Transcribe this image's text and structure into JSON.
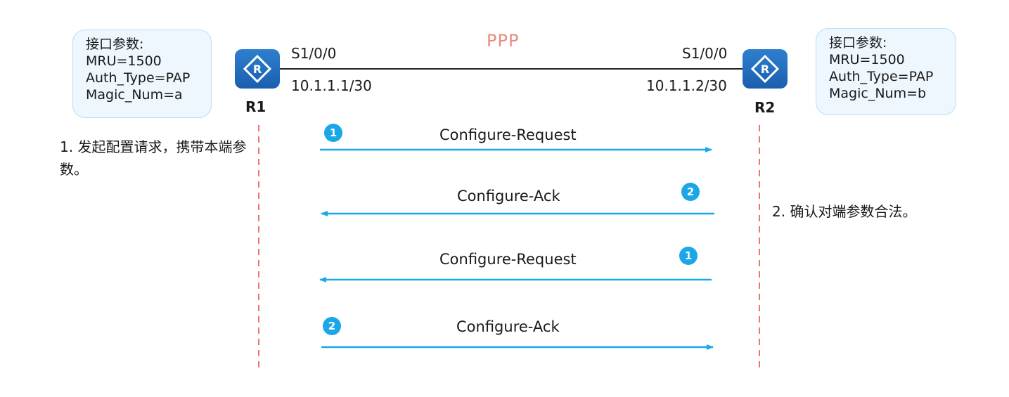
{
  "link": {
    "protocol_label": "PPP"
  },
  "routers": {
    "r1": {
      "name": "R1",
      "interface": "S1/0/0",
      "ip": "10.1.1.1/30",
      "params": [
        "接口参数:",
        "MRU=1500",
        "Auth_Type=PAP",
        "Magic_Num=a"
      ]
    },
    "r2": {
      "name": "R2",
      "interface": "S1/0/0",
      "ip": "10.1.1.2/30",
      "params": [
        "接口参数:",
        "MRU=1500",
        "Auth_Type=PAP",
        "Magic_Num=b"
      ]
    }
  },
  "notes": {
    "left": "1. 发起配置请求，携带本端参数。",
    "right": "2. 确认对端参数合法。"
  },
  "messages": [
    {
      "step": "1",
      "label": "Configure-Request",
      "direction": "r1-to-r2"
    },
    {
      "step": "2",
      "label": "Configure-Ack",
      "direction": "r2-to-r1"
    },
    {
      "step": "1",
      "label": "Configure-Request",
      "direction": "r2-to-r1"
    },
    {
      "step": "2",
      "label": "Configure-Ack",
      "direction": "r1-to-r2"
    }
  ],
  "colors": {
    "arrow": "#1aa7e8",
    "badge": "#1aa7e8",
    "dashed_line": "#e9776a",
    "ppp_label": "#e98a7c",
    "router": "#1f66b5",
    "box_fill": "#eef7fd",
    "box_border": "#b9def5"
  }
}
